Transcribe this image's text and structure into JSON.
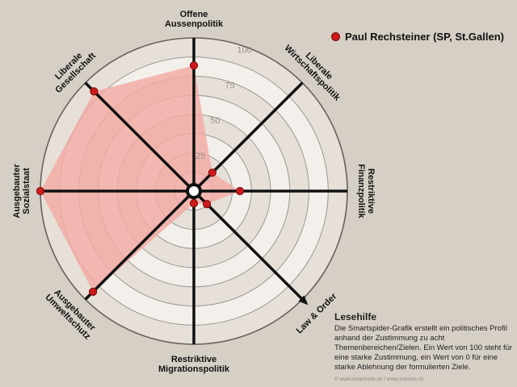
{
  "chart_data": {
    "type": "radar",
    "axes": [
      "Offene Aussenpolitik",
      "Liberale Wirtschaftspolitik",
      "Restriktive Finanzpolitik",
      "Law & Order",
      "Restriktive Migrationspolitik",
      "Ausgebauter Umweltschutz",
      "Ausgebauter Sozialstaat",
      "Liberale Gesellschaft"
    ],
    "axis_labels": [
      [
        "Offene",
        "Aussenpolitik"
      ],
      [
        "Liberale",
        "Wirtschaftspolitik"
      ],
      [
        "Restriktive",
        "Finanzpolitik"
      ],
      [
        "Law & Order"
      ],
      [
        "Restriktive",
        "Migrationspolitik"
      ],
      [
        "Ausgebauter",
        "Umweltschutz"
      ],
      [
        "Ausgebauter",
        "Sozialstaat"
      ],
      [
        "Liberale",
        "Gesellschaft"
      ]
    ],
    "series": [
      {
        "name": "Paul Rechsteiner (SP, St.Gallen)",
        "values": [
          82,
          17,
          30,
          12,
          8,
          93,
          100,
          92
        ]
      }
    ],
    "rlim": [
      0,
      100
    ],
    "ring_labels": [
      "25",
      "50",
      "75",
      "100"
    ],
    "ring_values": [
      25,
      50,
      75,
      100
    ],
    "colors": {
      "fill": "#f3a9a3",
      "marker": "#cc1a1a",
      "marker_edge": "#7a0d0d",
      "spoke": "#111111",
      "ring": "#5a5550",
      "background": "#d6cfc6",
      "inner_disk": "#f3f0ec",
      "ring_shade": "#e6e0d9"
    },
    "legend_position": "top-right"
  },
  "legend": {
    "label": "Paul Rechsteiner (SP, St.Gallen)"
  },
  "help": {
    "title": "Lesehilfe",
    "text": "Die Smartspider-Grafik erstellt ein politisches Profil anhand der Zustimmung zu acht Themenbereichen/Zielen. Ein Wert von 100 steht für eine starke Zustimmung, ein Wert von 0 für eine starke Ablehnung der formulierten Ziele."
  },
  "footer": {
    "text": "© www.smartvote.ch / www.sotomo.ch"
  }
}
